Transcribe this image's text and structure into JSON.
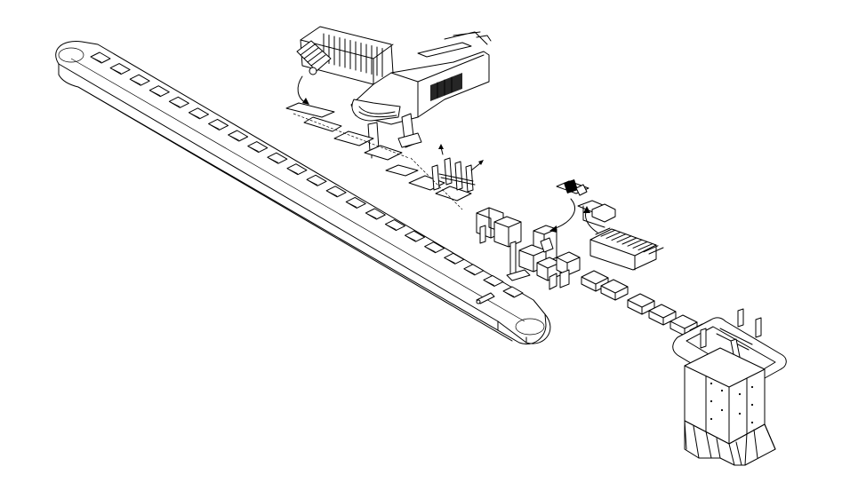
{
  "figure": {
    "kind": "isometric line drawing",
    "line_color": "#000000",
    "background_color": "#ffffff",
    "parts": [
      "long-belt-conveyor",
      "upper-processing-machine",
      "component-assembly-station",
      "heat-sink-feeder",
      "output-box-conveyor",
      "stacking-gantry",
      "discharge-hopper"
    ]
  }
}
